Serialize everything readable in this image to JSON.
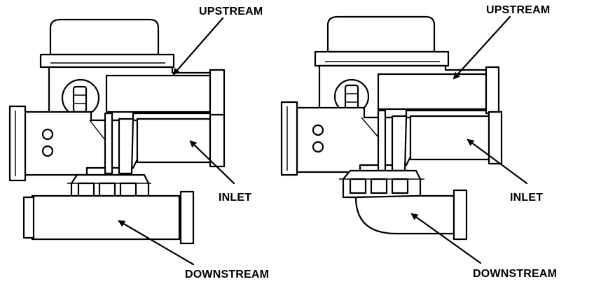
{
  "diagrams": [
    {
      "labels": {
        "upstream": "UPSTREAM",
        "inlet": "INLET",
        "downstream": "DOWNSTREAM"
      }
    },
    {
      "labels": {
        "upstream": "UPSTREAM",
        "inlet": "INLET",
        "downstream": "DOWNSTREAM"
      }
    }
  ],
  "colors": {
    "line": "#000000",
    "background": "#ffffff"
  }
}
